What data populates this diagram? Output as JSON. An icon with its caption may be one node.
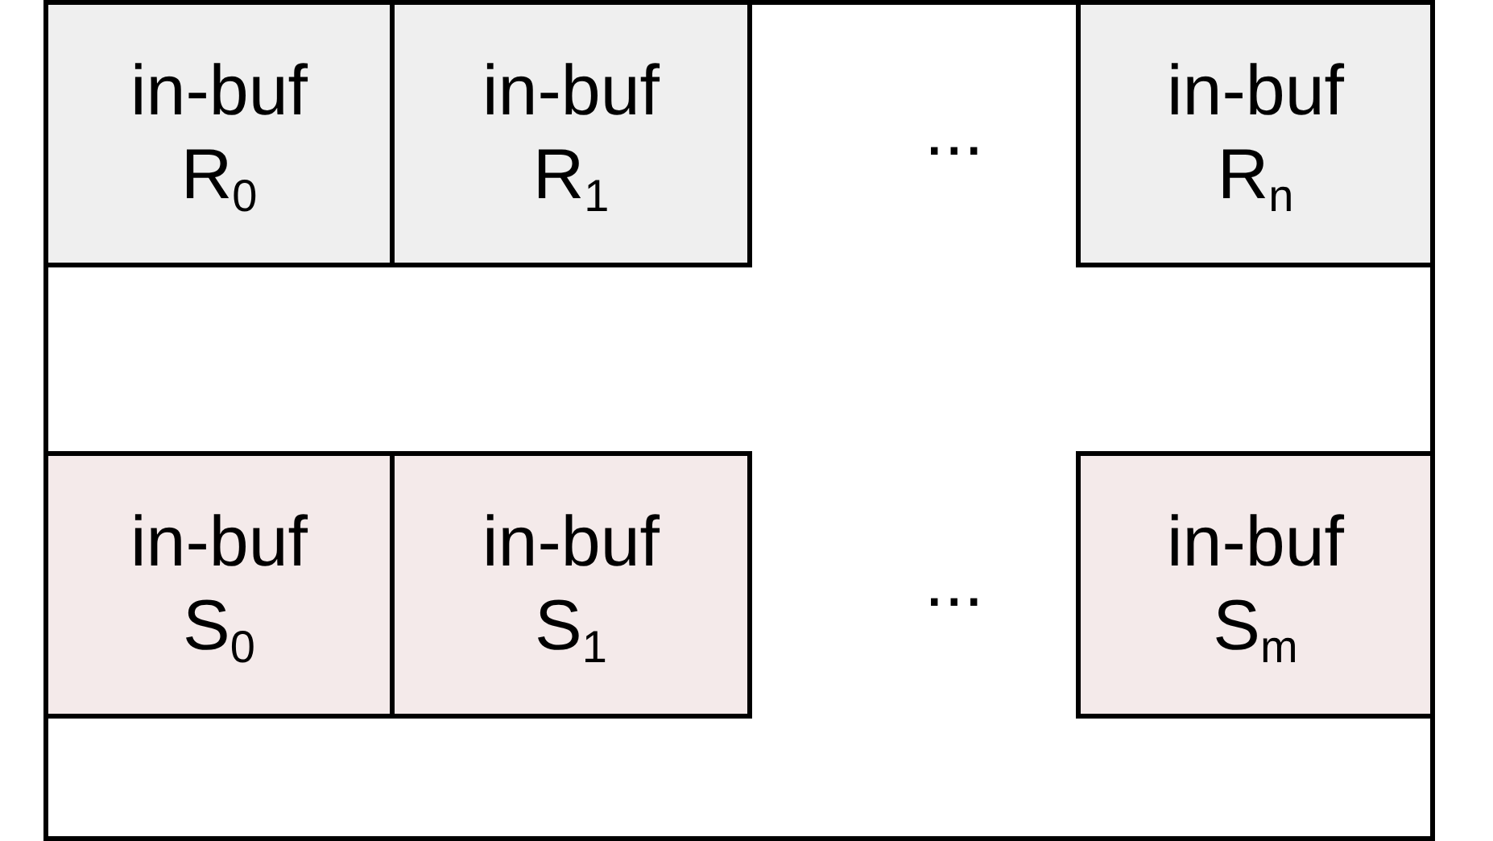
{
  "diagram": {
    "nodes": [
      {
        "text": [],
        "shape": "box"
      },
      {
        "text": [
          "in-buf R$_{0}$"
        ],
        "in": 0
      },
      {
        "text": [
          "in-buf R$_{1}$"
        ],
        "in": 0
      },
      {
        "text": [
          "in-buf R$_{n}$"
        ],
        "in": 0
      },
      {
        "text": [
          "in-buf S$_{0}$"
        ],
        "in": 0
      },
      {
        "text": [
          "in-buf S$_{1}$"
        ],
        "in": 0
      },
      {
        "text": [
          "in-buf S$_{m}$"
        ],
        "in": 0
      }
    ],
    "edges": [],
    "labels": [
      "...",
      "..."
    ]
  }
}
